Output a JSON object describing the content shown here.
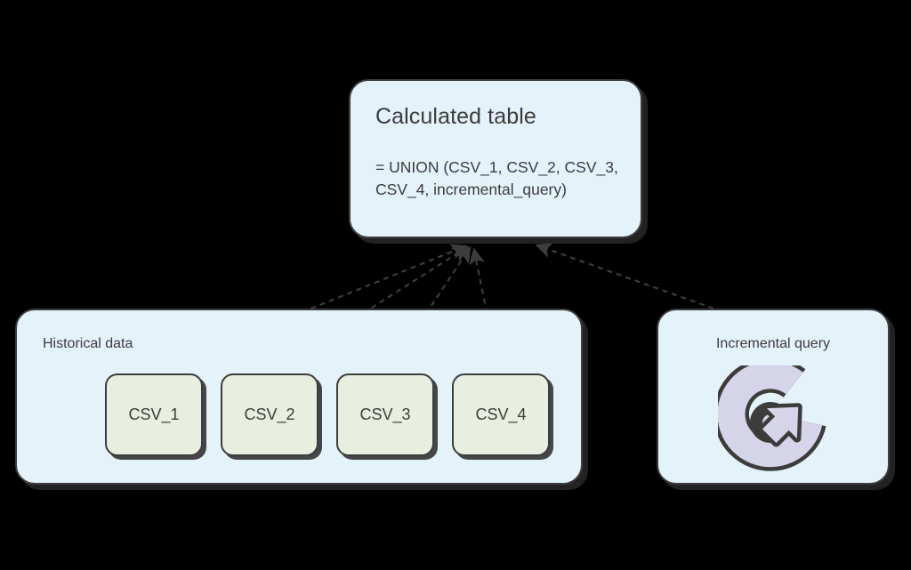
{
  "diagram": {
    "background_color": "#000000",
    "card_fill": "#e4f2fa",
    "csv_fill": "#e9efe0",
    "stroke_color": "#3d3d3d",
    "text_color": "#3c3c3c",
    "icon_accent_color": "#d6d4e8",
    "icon_dark_color": "#3c3c3c"
  },
  "calculated_table": {
    "title": "Calculated table",
    "formula": "= UNION (CSV_1, CSV_2, CSV_3, CSV_4, incremental_query)"
  },
  "historical": {
    "title": "Historical data",
    "items": [
      {
        "label": "CSV_1"
      },
      {
        "label": "CSV_2"
      },
      {
        "label": "CSV_3"
      },
      {
        "label": "CSV_4"
      }
    ]
  },
  "incremental": {
    "title": "Incremental query",
    "icon": "refresh-sync-icon"
  },
  "edges": [
    {
      "from": "CSV_1",
      "to": "Calculated table",
      "style": "dashed-arrow"
    },
    {
      "from": "CSV_2",
      "to": "Calculated table",
      "style": "dashed-arrow"
    },
    {
      "from": "CSV_3",
      "to": "Calculated table",
      "style": "dashed-arrow"
    },
    {
      "from": "CSV_4",
      "to": "Calculated table",
      "style": "dashed-arrow"
    },
    {
      "from": "Incremental query",
      "to": "Calculated table",
      "style": "dashed-arrow"
    }
  ]
}
